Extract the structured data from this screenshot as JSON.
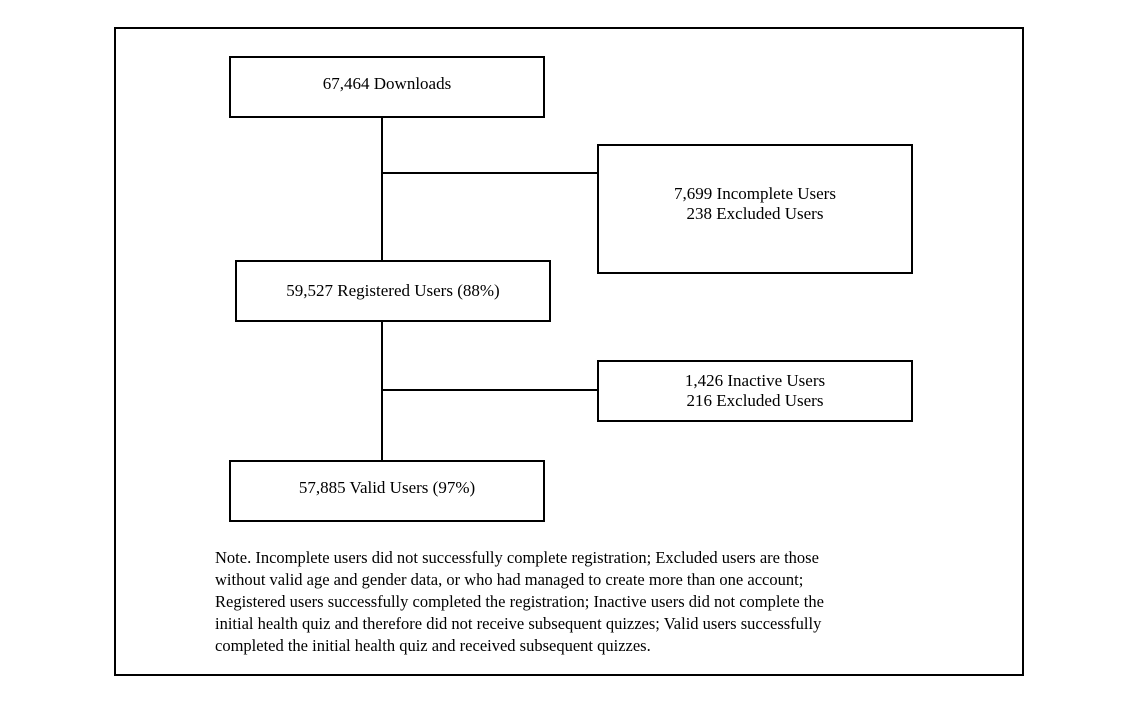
{
  "flowchart": {
    "downloads": "67,464 Downloads",
    "excluded_stage_1": {
      "line1": "7,699 Incomplete Users",
      "line2": "238 Excluded Users"
    },
    "registered": "59,527 Registered Users (88%)",
    "excluded_stage_2": {
      "line1": "1,426 Inactive Users",
      "line2": "216 Excluded Users"
    },
    "valid": "57,885 Valid Users (97%)"
  },
  "note": {
    "lines": [
      "Note. Incomplete users did not successfully complete registration; Excluded users are those",
      "without valid age and gender data, or who had managed to create more than one account;",
      "Registered users successfully completed the registration; Inactive users did not complete the",
      "initial health quiz and therefore did not receive subsequent quizzes; Valid users successfully",
      "completed the initial health quiz and received subsequent quizzes."
    ]
  }
}
